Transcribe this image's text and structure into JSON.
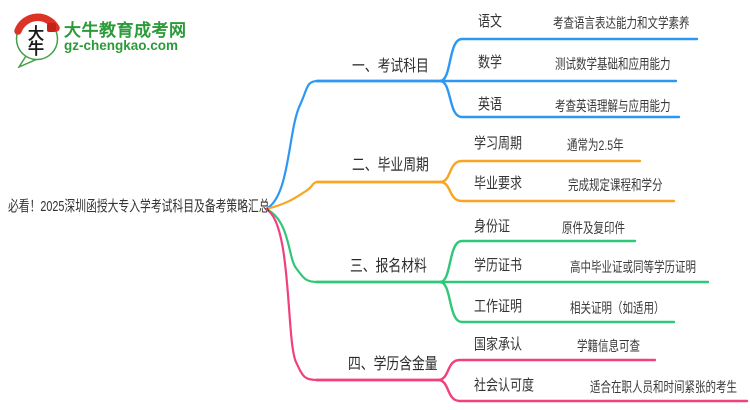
{
  "site": {
    "title": "大牛教育成考网",
    "domain": "gz-chengkao.com",
    "logo_mark": "大牛",
    "brand_green": "#2b9a39",
    "logo_red": "#dd3226"
  },
  "root": {
    "label": "必看！2025深圳函授大专入学考试科目及备考策略汇总"
  },
  "text_color": "#373737",
  "branches": [
    {
      "label": "一、考试科目",
      "color": "#2e97f2",
      "children": [
        {
          "label": "语文",
          "desc": "考查语言表达能力和文学素养"
        },
        {
          "label": "数学",
          "desc": "测试数学基础和应用能力"
        },
        {
          "label": "英语",
          "desc": "考查英语理解与应用能力"
        }
      ]
    },
    {
      "label": "二、毕业周期",
      "color": "#f7a522",
      "children": [
        {
          "label": "学习周期",
          "desc": "通常为2.5年"
        },
        {
          "label": "毕业要求",
          "desc": "完成规定课程和学分"
        }
      ]
    },
    {
      "label": "三、报名材料",
      "color": "#2fc878",
      "children": [
        {
          "label": "身份证",
          "desc": "原件及复印件"
        },
        {
          "label": "学历证书",
          "desc": "高中毕业证或同等学历证明"
        },
        {
          "label": "工作证明",
          "desc": "相关证明（如适用）"
        }
      ]
    },
    {
      "label": "四、学历含金量",
      "color": "#f1407d",
      "children": [
        {
          "label": "国家承认",
          "desc": "学籍信息可查"
        },
        {
          "label": "社会认可度",
          "desc": "适合在职人员和时间紧张的考生"
        }
      ]
    }
  ]
}
